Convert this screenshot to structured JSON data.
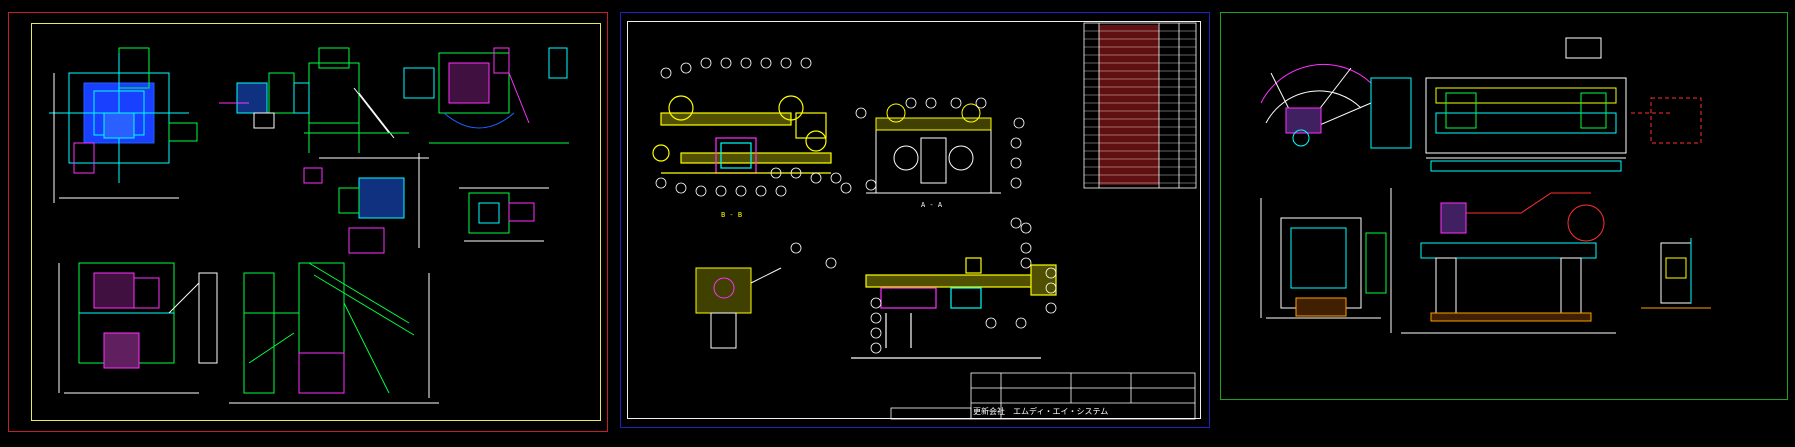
{
  "drawings": [
    {
      "name": "sheet-1-structure-layout"
    },
    {
      "name": "sheet-2-mechanism-assembly"
    },
    {
      "name": "sheet-3-robot-layout"
    }
  ],
  "sheet2": {
    "section_bb": "B - B",
    "section_aa": "A - A",
    "title_block_label": "更新会社",
    "title_block_company": "エムディ・エイ・システム"
  },
  "colors": {
    "sheet1_frame": "#c0202a",
    "sheet1_inner": "#e8e860",
    "sheet2_frame": "#2020c0",
    "sheet3_frame": "#20a020",
    "cyan": "#00ffff",
    "green": "#00ff40",
    "magenta": "#ff30ff",
    "yellow": "#ffff00",
    "blue": "#2060ff",
    "red": "#ff3030",
    "white": "#ffffff"
  }
}
